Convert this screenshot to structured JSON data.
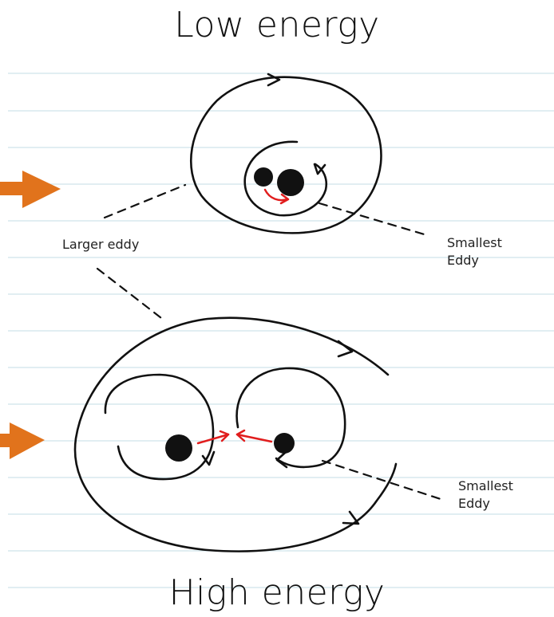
{
  "titles": {
    "top": "Low energy",
    "bottom": "High energy"
  },
  "labels": {
    "larger_eddy": "Larger eddy",
    "smallest_eddy_top": "Smallest\nEddy",
    "smallest_eddy_bottom": "Smallest\nEddy"
  },
  "colors": {
    "ruled_lines": "#cfe4ea",
    "ink": "#111111",
    "accent_red": "#e11d1d",
    "flow_arrow": "#e1731c"
  },
  "icons": [
    "flow-arrow-icon",
    "eddy-arrowhead-icon",
    "particle-icon"
  ]
}
